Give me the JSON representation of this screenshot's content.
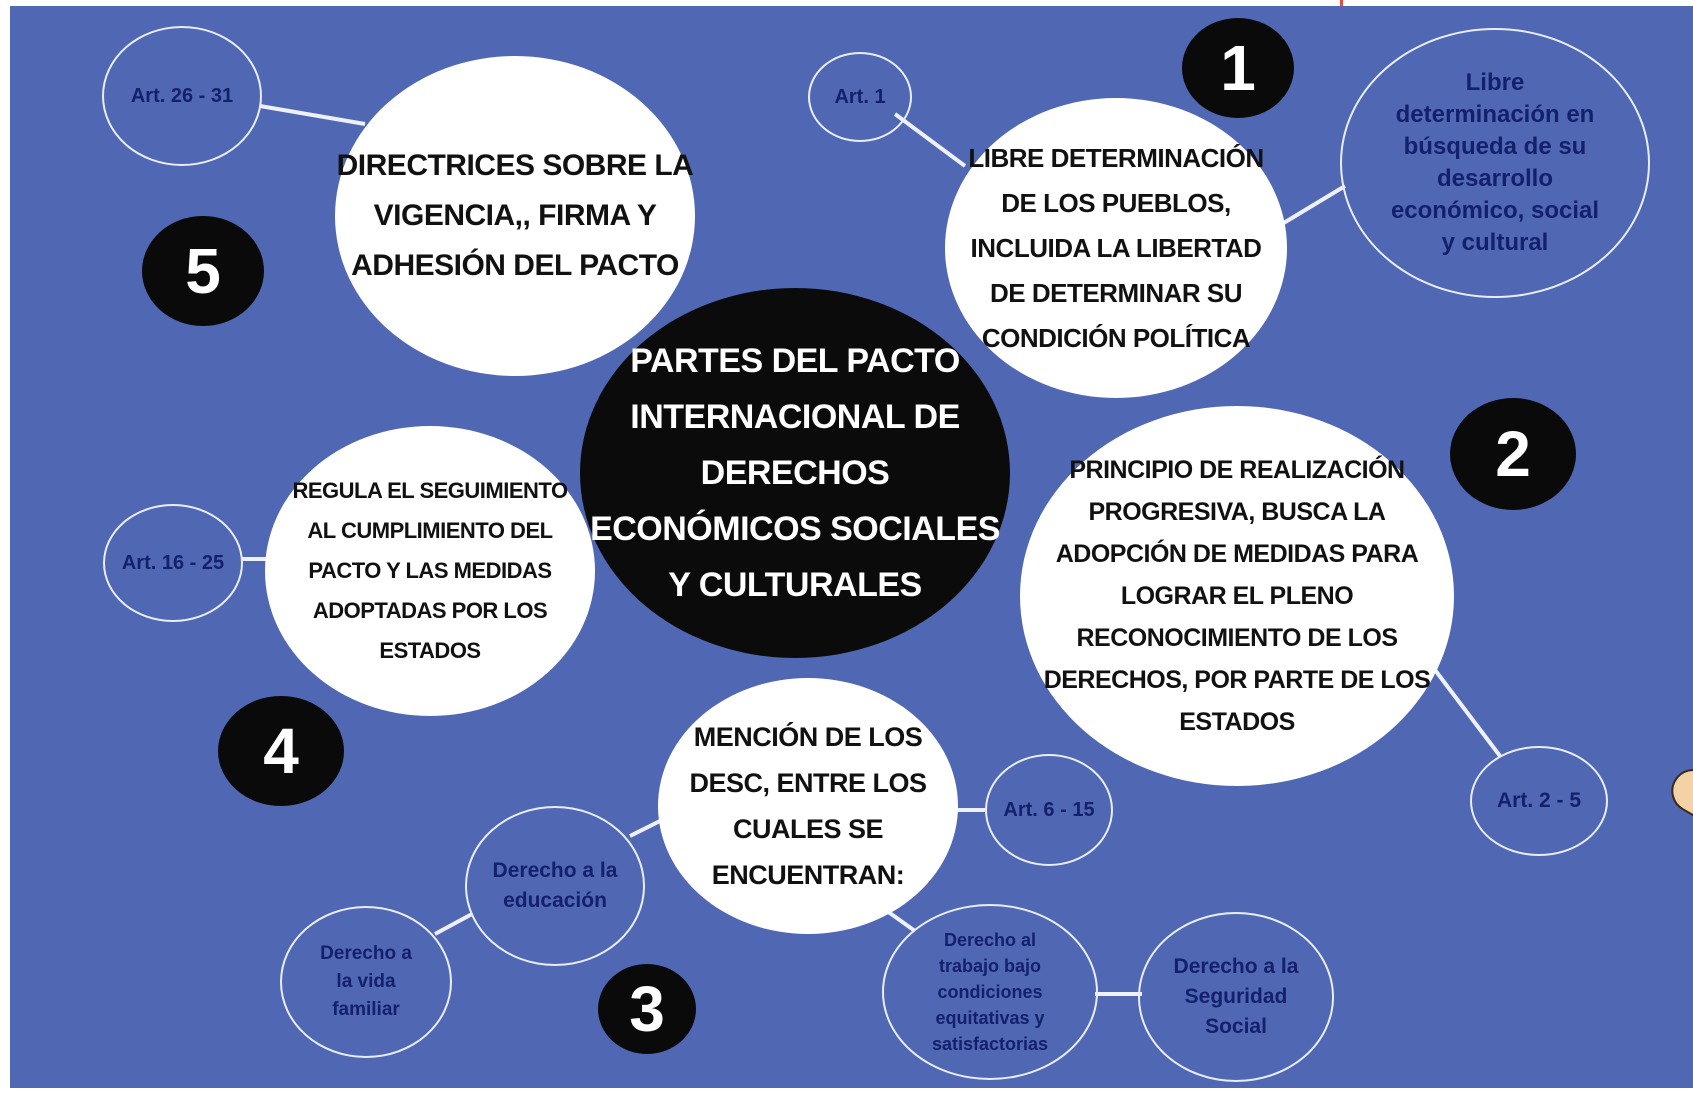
{
  "diagram": {
    "center": "PARTES DEL PACTO\nINTERNACIONAL DE\nDERECHOS\nECONÓMICOS SOCIALES\nY CULTURALES",
    "sections": [
      {
        "number": "1",
        "description": "LIBRE DETERMINACIÓN\nDE LOS PUEBLOS,\nINCLUIDA LA LIBERTAD\nDE DETERMINAR SU\nCONDICIÓN POLÍTICA",
        "articles": "Art. 1",
        "detail": "Libre\ndeterminación en\nbúsqueda de su\ndesarrollo\neconómico, social\ny cultural"
      },
      {
        "number": "2",
        "description": "PRINCIPIO DE REALIZACIÓN\nPROGRESIVA, BUSCA LA\nADOPCIÓN DE MEDIDAS PARA\nLOGRAR EL PLENO\nRECONOCIMIENTO DE LOS\nDERECHOS, POR PARTE DE LOS\nESTADOS",
        "articles": "Art. 2 - 5"
      },
      {
        "number": "3",
        "description": "MENCIÓN DE LOS\nDESC, ENTRE LOS\nCUALES SE\nENCUENTRAN:",
        "articles": "Art. 6 - 15",
        "rights": [
          "Derecho a la\neducación",
          "Derecho a\nla vida\nfamiliar",
          "Derecho al\ntrabajo bajo\ncondiciones\nequitativas y\nsatisfactorias",
          "Derecho a la\nSeguridad\nSocial"
        ]
      },
      {
        "number": "4",
        "description": "REGULA EL SEGUIMIENTO\nAL CUMPLIMIENTO DEL\nPACTO Y LAS MEDIDAS\nADOPTADAS POR LOS\nESTADOS",
        "articles": "Art. 16 - 25"
      },
      {
        "number": "5",
        "description": "DIRECTRICES SOBRE LA\nVIGENCIA,, FIRMA Y\nADHESIÓN DEL PACTO",
        "articles": "Art. 26 - 31"
      }
    ]
  },
  "colors": {
    "background": "#5068b3",
    "bubble": "#ffffff",
    "center": "#0b0b0b",
    "outline": "#e9edfa",
    "outline_text": "#14206b"
  }
}
